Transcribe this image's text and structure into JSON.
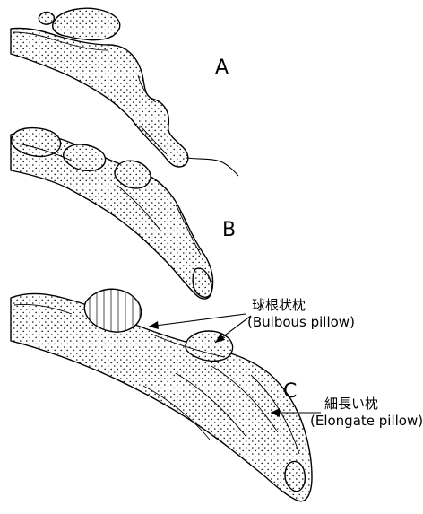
{
  "stages": [
    {
      "letter": "A"
    },
    {
      "letter": "B"
    },
    {
      "letter": "C"
    }
  ],
  "labels": {
    "bulbous_jp": "球根状枕",
    "bulbous_en": "(Bulbous pillow)",
    "elongate_jp": "細長い枕",
    "elongate_en": "(Elongate pillow)"
  }
}
